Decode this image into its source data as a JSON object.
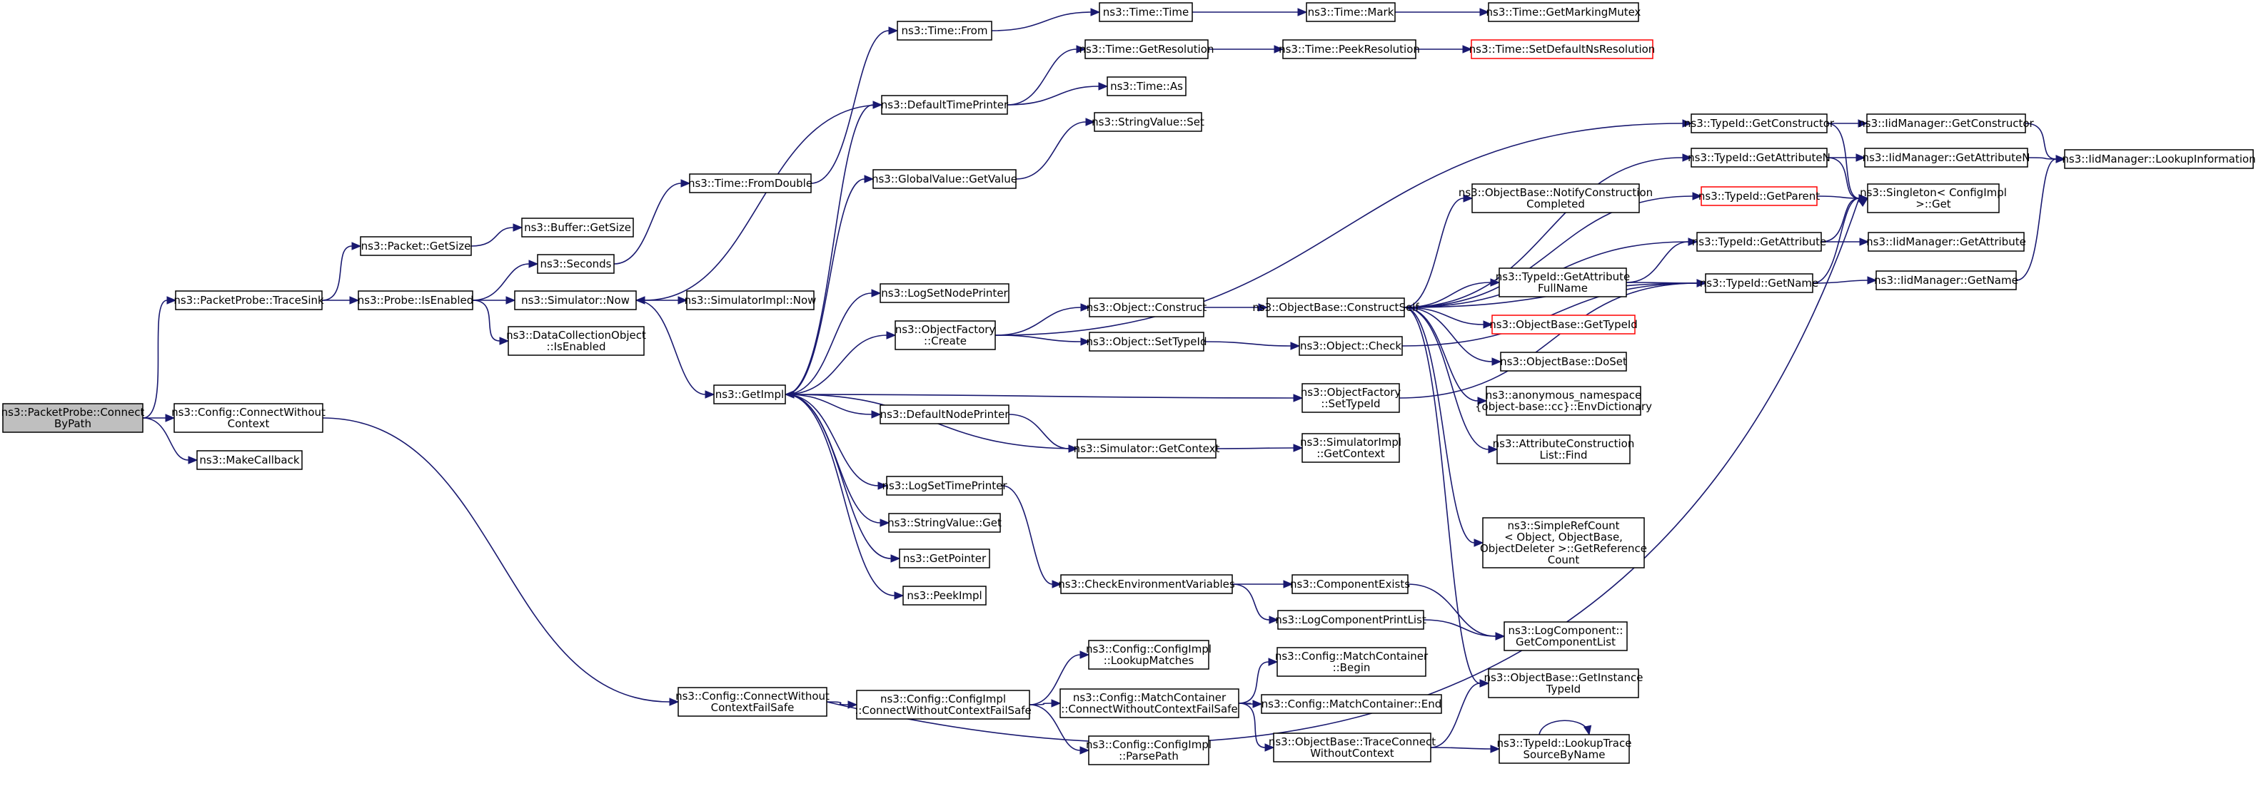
{
  "diagram": {
    "type": "call-graph",
    "colors": {
      "edge": "#191970",
      "node_border": "#000000",
      "truncated_border": "#ff0000",
      "root_fill": "#bfbfbf",
      "node_fill": "#ffffff"
    },
    "nodes": [
      {
        "id": "root",
        "lines": [
          "ns3::PacketProbe::Connect",
          "ByPath"
        ],
        "kind": "root"
      },
      {
        "id": "tracesink",
        "lines": [
          "ns3::PacketProbe::TraceSink"
        ]
      },
      {
        "id": "cfg_cwc",
        "lines": [
          "ns3::Config::ConnectWithout",
          "Context"
        ]
      },
      {
        "id": "makecb",
        "lines": [
          "ns3::MakeCallback"
        ]
      },
      {
        "id": "getsize",
        "lines": [
          "ns3::Packet::GetSize"
        ]
      },
      {
        "id": "buf_getsize",
        "lines": [
          "ns3::Buffer::GetSize"
        ]
      },
      {
        "id": "isenabled",
        "lines": [
          "ns3::Probe::IsEnabled"
        ]
      },
      {
        "id": "seconds",
        "lines": [
          "ns3::Seconds"
        ]
      },
      {
        "id": "sim_now",
        "lines": [
          "ns3::Simulator::Now"
        ]
      },
      {
        "id": "dco_isenabled",
        "lines": [
          "ns3::DataCollectionObject",
          "::IsEnabled"
        ]
      },
      {
        "id": "fromdouble",
        "lines": [
          "ns3::Time::FromDouble"
        ]
      },
      {
        "id": "simimpl_now",
        "lines": [
          "ns3::SimulatorImpl::Now"
        ]
      },
      {
        "id": "getimpl",
        "lines": [
          "ns3::GetImpl"
        ]
      },
      {
        "id": "time_from",
        "lines": [
          "ns3::Time::From"
        ]
      },
      {
        "id": "time_time",
        "lines": [
          "ns3::Time::Time"
        ]
      },
      {
        "id": "time_mark",
        "lines": [
          "ns3::Time::Mark"
        ]
      },
      {
        "id": "time_gmm",
        "lines": [
          "ns3::Time::GetMarkingMutex"
        ]
      },
      {
        "id": "time_getres",
        "lines": [
          "ns3::Time::GetResolution"
        ]
      },
      {
        "id": "time_peekres",
        "lines": [
          "ns3::Time::PeekResolution"
        ]
      },
      {
        "id": "time_setdef",
        "lines": [
          "ns3::Time::SetDefaultNsResolution"
        ],
        "kind": "truncated"
      },
      {
        "id": "time_as",
        "lines": [
          "ns3::Time::As"
        ]
      },
      {
        "id": "deftimeprinter",
        "lines": [
          "ns3::DefaultTimePrinter"
        ]
      },
      {
        "id": "strval_set",
        "lines": [
          "ns3::StringValue::Set"
        ]
      },
      {
        "id": "gv_getvalue",
        "lines": [
          "ns3::GlobalValue::GetValue"
        ]
      },
      {
        "id": "lognodeprinter",
        "lines": [
          "ns3::LogSetNodePrinter"
        ]
      },
      {
        "id": "of_create",
        "lines": [
          "ns3::ObjectFactory",
          "::Create"
        ]
      },
      {
        "id": "obj_construct",
        "lines": [
          "ns3::Object::Construct"
        ]
      },
      {
        "id": "obj_settypeid",
        "lines": [
          "ns3::Object::SetTypeId"
        ]
      },
      {
        "id": "defnodeprinter",
        "lines": [
          "ns3::DefaultNodePrinter"
        ]
      },
      {
        "id": "of_settypeid",
        "lines": [
          "ns3::ObjectFactory",
          "::SetTypeId"
        ]
      },
      {
        "id": "sim_getctx",
        "lines": [
          "ns3::Simulator::GetContext"
        ]
      },
      {
        "id": "simimpl_getctx",
        "lines": [
          "ns3::SimulatorImpl",
          "::GetContext"
        ]
      },
      {
        "id": "logtimeprinter",
        "lines": [
          "ns3::LogSetTimePrinter"
        ]
      },
      {
        "id": "strval_get",
        "lines": [
          "ns3::StringValue::Get"
        ]
      },
      {
        "id": "getpointer",
        "lines": [
          "ns3::GetPointer"
        ]
      },
      {
        "id": "peekimpl",
        "lines": [
          "ns3::PeekImpl"
        ]
      },
      {
        "id": "checkenv",
        "lines": [
          "ns3::CheckEnvironmentVariables"
        ]
      },
      {
        "id": "compexists",
        "lines": [
          "ns3::ComponentExists"
        ]
      },
      {
        "id": "logcompprint",
        "lines": [
          "ns3::LogComponentPrintList"
        ]
      },
      {
        "id": "logcomp_getlist",
        "lines": [
          "ns3::LogComponent::",
          "GetComponentList"
        ]
      },
      {
        "id": "cfg_cwcfs",
        "lines": [
          "ns3::Config::ConnectWithout",
          "ContextFailSafe"
        ]
      },
      {
        "id": "cfgimpl_cwcfs",
        "lines": [
          "ns3::Config::ConfigImpl",
          "::ConnectWithoutContextFailSafe"
        ]
      },
      {
        "id": "cfgimpl_lookup",
        "lines": [
          "ns3::Config::ConfigImpl",
          "::LookupMatches"
        ]
      },
      {
        "id": "mc_cwcfs",
        "lines": [
          "ns3::Config::MatchContainer",
          "::ConnectWithoutContextFailSafe"
        ]
      },
      {
        "id": "cfgimpl_parse",
        "lines": [
          "ns3::Config::ConfigImpl",
          "::ParsePath"
        ]
      },
      {
        "id": "mc_begin",
        "lines": [
          "ns3::Config::MatchContainer",
          "::Begin"
        ]
      },
      {
        "id": "mc_end",
        "lines": [
          "ns3::Config::MatchContainer::End"
        ]
      },
      {
        "id": "ob_tcwc",
        "lines": [
          "ns3::ObjectBase::TraceConnect",
          "WithoutContext"
        ]
      },
      {
        "id": "ob_getinst",
        "lines": [
          "ns3::ObjectBase::GetInstance",
          "TypeId"
        ]
      },
      {
        "id": "tid_lookuptrace",
        "lines": [
          "ns3::TypeId::LookupTrace",
          "SourceByName"
        ]
      },
      {
        "id": "obj_check",
        "lines": [
          "ns3::Object::Check"
        ]
      },
      {
        "id": "ob_constructself",
        "lines": [
          "ns3::ObjectBase::ConstructSelf"
        ]
      },
      {
        "id": "tid_getctor",
        "lines": [
          "ns3::TypeId::GetConstructor"
        ]
      },
      {
        "id": "tid_getattrn",
        "lines": [
          "ns3::TypeId::GetAttributeN"
        ]
      },
      {
        "id": "tid_getparent",
        "lines": [
          "ns3::TypeId::GetParent"
        ],
        "kind": "truncated"
      },
      {
        "id": "ob_notify",
        "lines": [
          "ns3::ObjectBase::NotifyConstruction",
          "Completed"
        ]
      },
      {
        "id": "tid_getattr",
        "lines": [
          "ns3::TypeId::GetAttribute"
        ]
      },
      {
        "id": "tid_getattrfull",
        "lines": [
          "ns3::TypeId::GetAttribute",
          "FullName"
        ]
      },
      {
        "id": "tid_getname",
        "lines": [
          "ns3::TypeId::GetName"
        ]
      },
      {
        "id": "ob_gettypeid",
        "lines": [
          "ns3::ObjectBase::GetTypeId"
        ],
        "kind": "truncated"
      },
      {
        "id": "ob_doset",
        "lines": [
          "ns3::ObjectBase::DoSet"
        ]
      },
      {
        "id": "envdict",
        "lines": [
          "ns3::anonymous_namespace",
          "{object-base::cc}::EnvDictionary"
        ]
      },
      {
        "id": "acl_find",
        "lines": [
          "ns3::AttributeConstruction",
          "List::Find"
        ]
      },
      {
        "id": "srefcount",
        "lines": [
          "ns3::SimpleRefCount",
          "< Object, ObjectBase,",
          "ObjectDeleter >::GetReference",
          "Count"
        ]
      },
      {
        "id": "singleton_get",
        "lines": [
          "ns3::Singleton< ConfigImpl",
          ">::Get"
        ]
      },
      {
        "id": "iid_getctor",
        "lines": [
          "ns3::IidManager::GetConstructor"
        ]
      },
      {
        "id": "iid_getattrn",
        "lines": [
          "ns3::IidManager::GetAttributeN"
        ]
      },
      {
        "id": "iid_lookupinfo",
        "lines": [
          "ns3::IidManager::LookupInformation"
        ]
      },
      {
        "id": "iid_getattr",
        "lines": [
          "ns3::IidManager::GetAttribute"
        ]
      },
      {
        "id": "iid_getname",
        "lines": [
          "ns3::IidManager::GetName"
        ]
      }
    ],
    "edges": [
      [
        "root",
        "tracesink"
      ],
      [
        "root",
        "cfg_cwc"
      ],
      [
        "root",
        "makecb"
      ],
      [
        "tracesink",
        "getsize"
      ],
      [
        "tracesink",
        "isenabled"
      ],
      [
        "getsize",
        "buf_getsize"
      ],
      [
        "isenabled",
        "seconds"
      ],
      [
        "isenabled",
        "sim_now"
      ],
      [
        "isenabled",
        "dco_isenabled"
      ],
      [
        "seconds",
        "fromdouble"
      ],
      [
        "fromdouble",
        "time_from"
      ],
      [
        "time_from",
        "time_time"
      ],
      [
        "time_time",
        "time_mark"
      ],
      [
        "time_mark",
        "time_gmm"
      ],
      [
        "sim_now",
        "simimpl_now"
      ],
      [
        "sim_now",
        "getimpl"
      ],
      [
        "getimpl",
        "deftimeprinter"
      ],
      [
        "getimpl",
        "gv_getvalue"
      ],
      [
        "getimpl",
        "lognodeprinter"
      ],
      [
        "getimpl",
        "of_create"
      ],
      [
        "getimpl",
        "defnodeprinter"
      ],
      [
        "getimpl",
        "of_settypeid"
      ],
      [
        "getimpl",
        "logtimeprinter"
      ],
      [
        "getimpl",
        "strval_get"
      ],
      [
        "getimpl",
        "getpointer"
      ],
      [
        "getimpl",
        "peekimpl"
      ],
      [
        "deftimeprinter",
        "time_getres"
      ],
      [
        "deftimeprinter",
        "time_as"
      ],
      [
        "deftimeprinter",
        "sim_now"
      ],
      [
        "time_getres",
        "time_peekres"
      ],
      [
        "time_peekres",
        "time_setdef"
      ],
      [
        "gv_getvalue",
        "strval_set"
      ],
      [
        "of_create",
        "obj_construct"
      ],
      [
        "of_create",
        "obj_settypeid"
      ],
      [
        "of_create",
        "tid_getctor"
      ],
      [
        "obj_construct",
        "ob_constructself"
      ],
      [
        "obj_settypeid",
        "obj_check"
      ],
      [
        "defnodeprinter",
        "sim_getctx"
      ],
      [
        "sim_getctx",
        "getimpl"
      ],
      [
        "sim_getctx",
        "simimpl_getctx"
      ],
      [
        "logtimeprinter",
        "checkenv"
      ],
      [
        "checkenv",
        "compexists"
      ],
      [
        "checkenv",
        "logcompprint"
      ],
      [
        "compexists",
        "logcomp_getlist"
      ],
      [
        "logcompprint",
        "logcomp_getlist"
      ],
      [
        "cfg_cwc",
        "cfg_cwcfs"
      ],
      [
        "cfg_cwcfs",
        "cfgimpl_cwcfs"
      ],
      [
        "cfg_cwcfs",
        "singleton_get"
      ],
      [
        "cfgimpl_cwcfs",
        "cfgimpl_lookup"
      ],
      [
        "cfgimpl_cwcfs",
        "mc_cwcfs"
      ],
      [
        "cfgimpl_cwcfs",
        "cfgimpl_parse"
      ],
      [
        "mc_cwcfs",
        "mc_begin"
      ],
      [
        "mc_cwcfs",
        "mc_end"
      ],
      [
        "mc_cwcfs",
        "ob_tcwc"
      ],
      [
        "ob_tcwc",
        "ob_getinst"
      ],
      [
        "ob_tcwc",
        "tid_lookuptrace"
      ],
      [
        "tid_lookuptrace",
        "tid_lookuptrace"
      ],
      [
        "ob_constructself",
        "tid_getattrn"
      ],
      [
        "ob_constructself",
        "tid_getparent"
      ],
      [
        "ob_constructself",
        "ob_notify"
      ],
      [
        "ob_constructself",
        "tid_getattr"
      ],
      [
        "ob_constructself",
        "tid_getattrfull"
      ],
      [
        "ob_constructself",
        "ob_gettypeid"
      ],
      [
        "ob_constructself",
        "ob_doset"
      ],
      [
        "ob_constructself",
        "envdict"
      ],
      [
        "ob_constructself",
        "acl_find"
      ],
      [
        "ob_constructself",
        "srefcount"
      ],
      [
        "ob_constructself",
        "ob_getinst"
      ],
      [
        "ob_constructself",
        "tid_getname"
      ],
      [
        "of_settypeid",
        "tid_getname"
      ],
      [
        "obj_check",
        "tid_getname"
      ],
      [
        "tid_getctor",
        "iid_getctor"
      ],
      [
        "tid_getctor",
        "singleton_get"
      ],
      [
        "tid_getattrn",
        "iid_getattrn"
      ],
      [
        "tid_getattrn",
        "singleton_get"
      ],
      [
        "tid_getparent",
        "singleton_get"
      ],
      [
        "tid_getattr",
        "iid_getattr"
      ],
      [
        "tid_getattr",
        "singleton_get"
      ],
      [
        "tid_getattrfull",
        "tid_getattr"
      ],
      [
        "tid_getattrfull",
        "tid_getname"
      ],
      [
        "tid_getname",
        "iid_getname"
      ],
      [
        "tid_getname",
        "singleton_get"
      ],
      [
        "iid_getctor",
        "iid_lookupinfo"
      ],
      [
        "iid_getattrn",
        "iid_lookupinfo"
      ],
      [
        "iid_getname",
        "iid_lookupinfo"
      ]
    ]
  }
}
